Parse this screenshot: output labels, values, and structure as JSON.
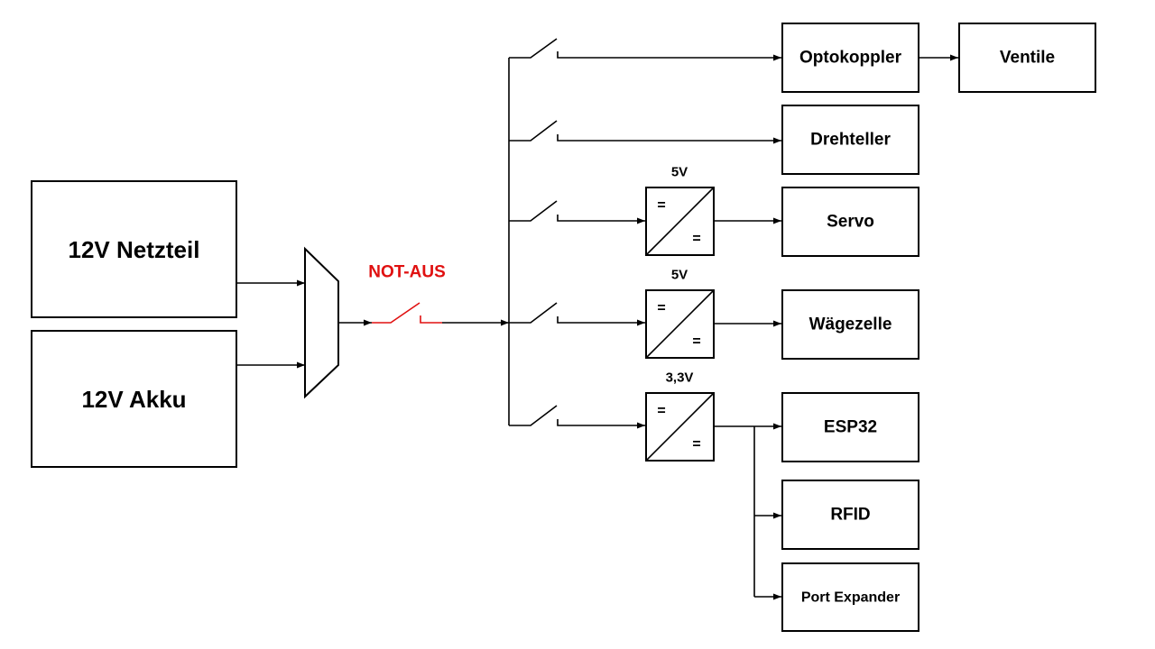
{
  "sources": {
    "netzteil": "12V Netzteil",
    "akku": "12V Akku"
  },
  "emergency_stop": "NOT-AUS",
  "converters": {
    "c1": {
      "voltage": "5V",
      "in_symbol": "=",
      "out_symbol": "="
    },
    "c2": {
      "voltage": "5V",
      "in_symbol": "=",
      "out_symbol": "="
    },
    "c3": {
      "voltage": "3,3V",
      "in_symbol": "=",
      "out_symbol": "="
    }
  },
  "loads": {
    "optokoppler": "Optokoppler",
    "ventile": "Ventile",
    "drehteller": "Drehteller",
    "servo": "Servo",
    "waegezelle": "Wägezelle",
    "esp32": "ESP32",
    "rfid": "RFID",
    "port_expander": "Port Expander"
  },
  "colors": {
    "line": "#000000",
    "emergency": "#e01010",
    "background": "#ffffff"
  }
}
